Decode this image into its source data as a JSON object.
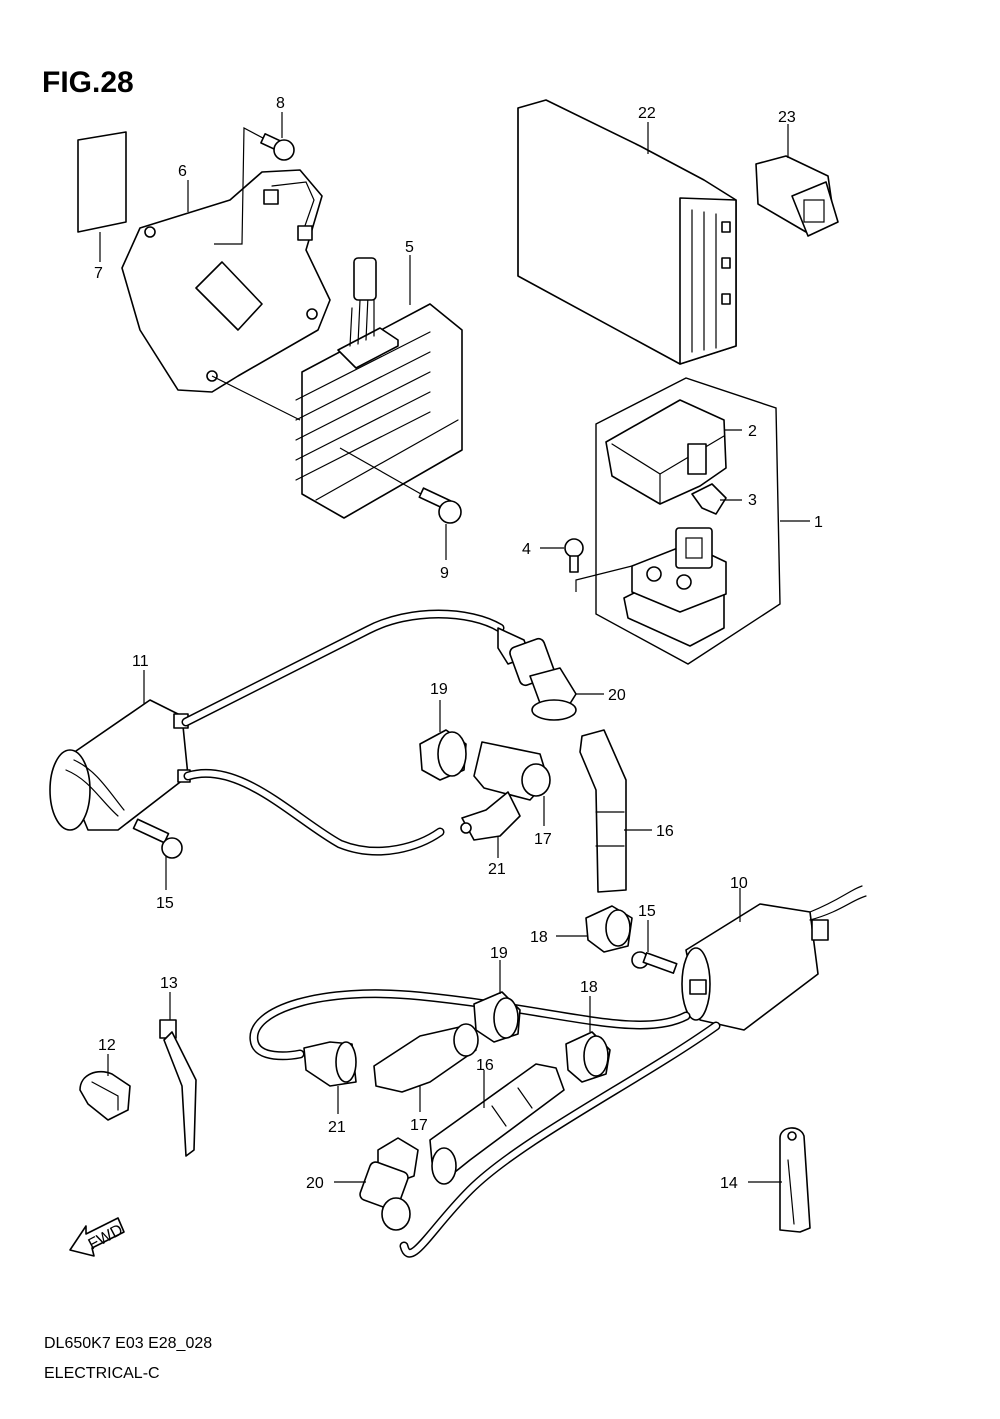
{
  "figure": {
    "title": "FIG.28",
    "model_code": "DL650K7 E03 E28_028",
    "section_name": "ELECTRICAL-C",
    "fwd_label": "FWD"
  },
  "callouts": {
    "c1": "1",
    "c2": "2",
    "c3": "3",
    "c4": "4",
    "c5": "5",
    "c6": "6",
    "c7": "7",
    "c8": "8",
    "c9": "9",
    "c10": "10",
    "c11": "11",
    "c12": "12",
    "c13": "13",
    "c14": "14",
    "c15a": "15",
    "c15b": "15",
    "c16a": "16",
    "c16b": "16",
    "c17a": "17",
    "c17b": "17",
    "c18a": "18",
    "c18b": "18",
    "c19a": "19",
    "c19b": "19",
    "c20a": "20",
    "c20b": "20",
    "c21a": "21",
    "c21b": "21",
    "c22": "22",
    "c23": "23"
  }
}
